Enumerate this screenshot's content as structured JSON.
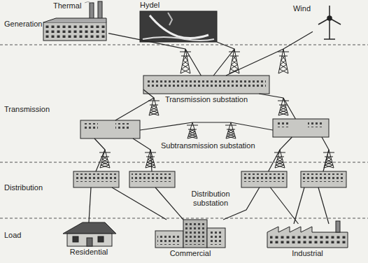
{
  "diagram": {
    "nodes": [
      {
        "text": [
          "Thermal"
        ]
      },
      {
        "text": [
          "Hydel"
        ]
      },
      {
        "text": [
          "Wind"
        ]
      },
      {
        "text": [
          "Transmission substation"
        ]
      },
      {
        "text": [
          "Subtransmission substation"
        ]
      },
      {
        "text": [
          "Distribution substation"
        ]
      },
      {
        "text": [
          "Residential"
        ]
      },
      {
        "text": [
          "Commercial"
        ]
      },
      {
        "text": [
          "Industrial"
        ]
      }
    ],
    "edges": [
      {
        "from": 0,
        "to": 3,
        "arrow": "none"
      },
      {
        "from": 1,
        "to": 3,
        "arrow": "none"
      },
      {
        "from": 2,
        "to": 3,
        "arrow": "none"
      },
      {
        "from": 3,
        "to": 4,
        "arrow": "none"
      },
      {
        "from": 4,
        "to": 5,
        "arrow": "none"
      },
      {
        "from": 5,
        "to": 7,
        "arrow": "none"
      },
      {
        "from": 5,
        "to": 8,
        "arrow": "none"
      }
    ],
    "labels": [
      "Generation",
      "Transmission",
      "Distribution",
      "Load"
    ]
  }
}
